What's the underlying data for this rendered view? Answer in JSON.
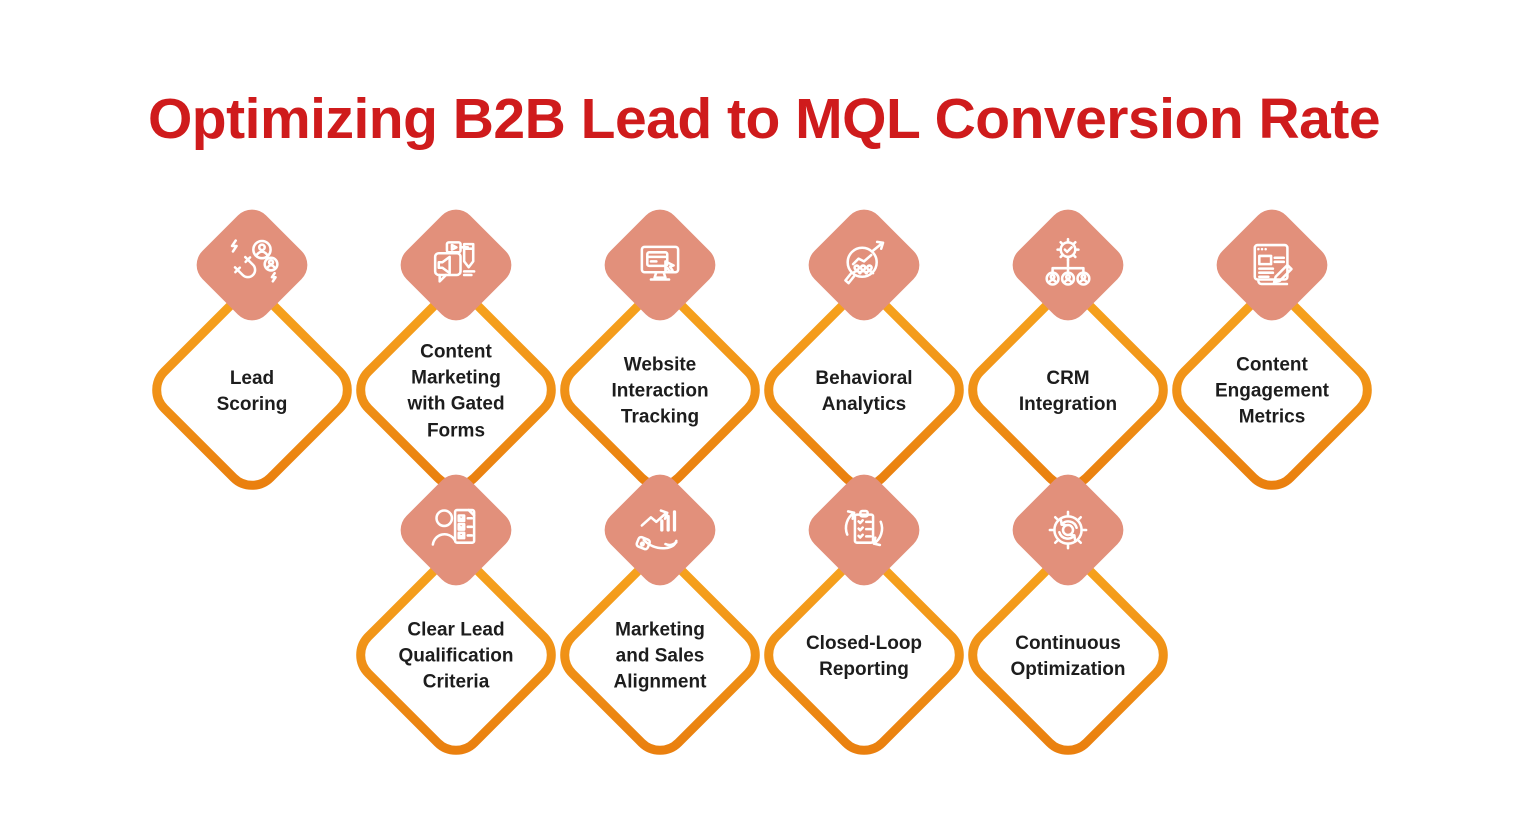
{
  "title": "Optimizing B2B Lead to MQL Conversion Rate",
  "colors": {
    "title_red": "#CF1B1C",
    "salmon_badge": "#E2907B",
    "orange_gradient_start": "#F7A51F",
    "orange_gradient_end": "#E97E0E",
    "label_text": "#1D1D1D",
    "icon_stroke": "#FFFFFF",
    "background": "#FFFFFF"
  },
  "rows": {
    "top": {
      "items": [
        {
          "label": "Lead Scoring",
          "icon": "magnet-leads-icon"
        },
        {
          "label": "Content Marketing with Gated Forms",
          "icon": "megaphone-content-icon"
        },
        {
          "label": "Website Interaction Tracking",
          "icon": "monitor-cursor-icon"
        },
        {
          "label": "Behavioral Analytics",
          "icon": "magnifier-analytics-icon"
        },
        {
          "label": "CRM Integration",
          "icon": "gear-org-chart-icon"
        },
        {
          "label": "Content Engagement Metrics",
          "icon": "webpage-pencil-icon"
        }
      ]
    },
    "bottom": {
      "items": [
        {
          "label": "Clear Lead Qualification Criteria",
          "icon": "person-checklist-icon"
        },
        {
          "label": "Marketing and Sales Alignment",
          "icon": "hand-growth-chart-icon"
        },
        {
          "label": "Closed-Loop Reporting",
          "icon": "clipboard-cycle-icon"
        },
        {
          "label": "Continuous Optimization",
          "icon": "gear-refresh-icon"
        }
      ]
    }
  }
}
